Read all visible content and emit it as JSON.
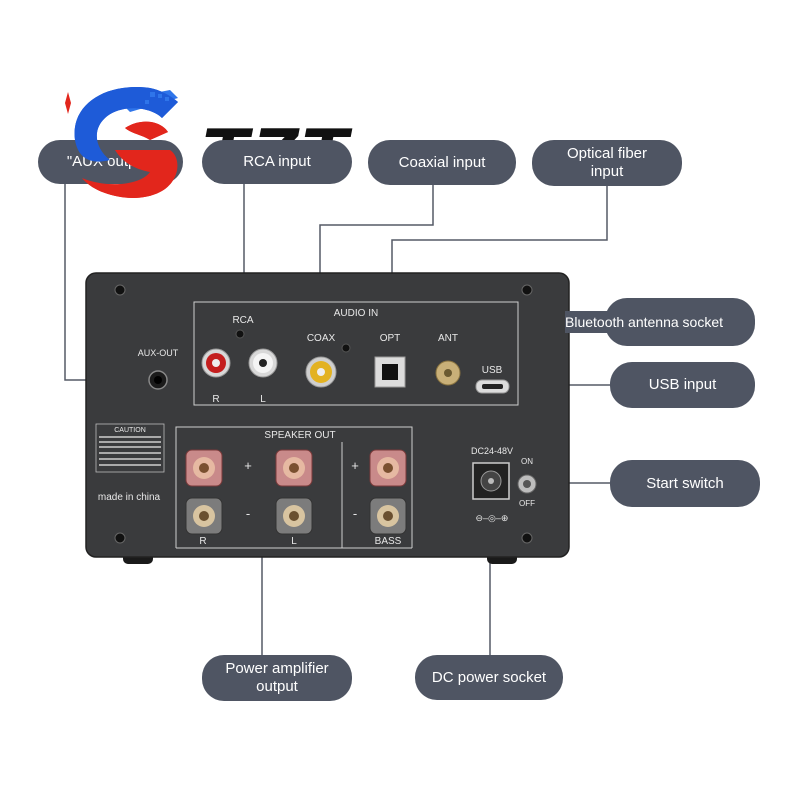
{
  "brand": {
    "name": "TZT",
    "accent_blue": "#1e5bd8",
    "accent_red": "#e2261c"
  },
  "callouts": {
    "aux_output": "\"AUX output\"",
    "rca_input": "RCA input",
    "coaxial_input": "Coaxial input",
    "optical_fiber_input": "Optical fiber\ninput",
    "bluetooth_antenna_socket": "Bluetooth antenna socket",
    "usb_input": "USB input",
    "start_switch": "Start switch",
    "power_amplifier_output": "Power amplifier\noutput",
    "dc_power_socket": "DC power socket"
  },
  "panel": {
    "color": "#3a3b3d",
    "audio_in": "AUDIO IN",
    "aux_out": "AUX-OUT",
    "rca": "RCA",
    "coax": "COAX",
    "opt": "OPT",
    "ant": "ANT",
    "usb": "USB",
    "r": "R",
    "l": "L",
    "speaker_out": "SPEAKER OUT",
    "plus": "+",
    "minus": "-",
    "bass": "BASS",
    "dc": "DC24-48V",
    "on": "ON",
    "off": "OFF",
    "caution": "CAUTION",
    "made_in": "made in china"
  }
}
